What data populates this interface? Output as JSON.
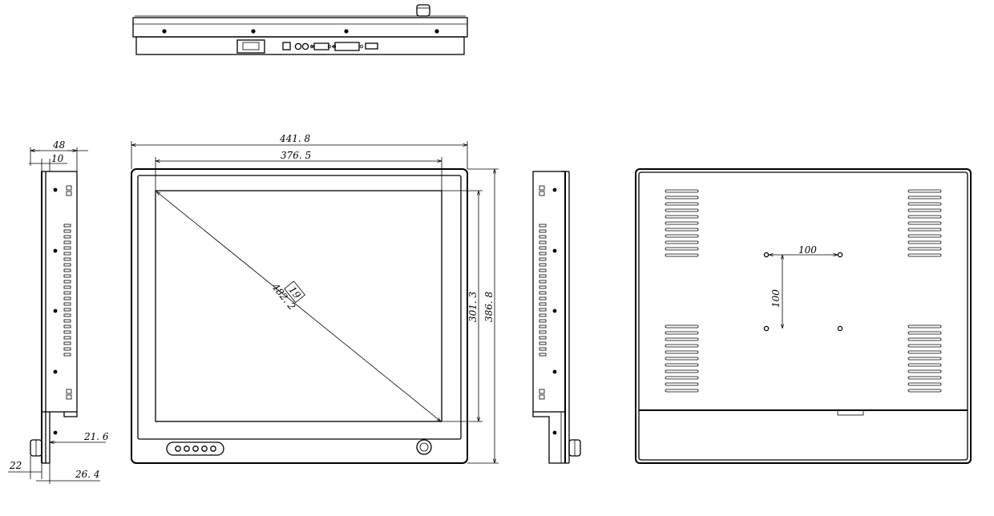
{
  "title": "",
  "dimensions": {
    "overall_width": "441. 8",
    "display_width": "376. 5",
    "display_height": "301. 3",
    "overall_height": "386. 8",
    "diagonal": "482. 2",
    "diagonal_inch": "19",
    "depth_total": "48",
    "bezel_depth": "10",
    "knob_offset": "21. 6",
    "knob_width": "22",
    "knob_depth": "26. 4",
    "vesa_horizontal": "100",
    "vesa_vertical": "100"
  },
  "views": [
    "top-view",
    "front-view",
    "left-side-view",
    "right-side-view",
    "rear-view"
  ]
}
